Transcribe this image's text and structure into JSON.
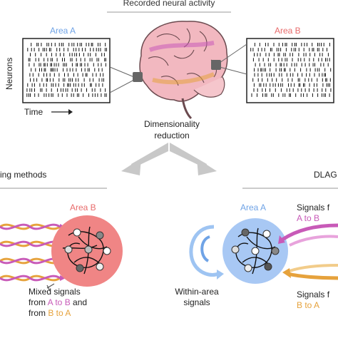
{
  "header": {
    "title": "Recorded neural activity"
  },
  "raster": {
    "area_a_label": "Area A",
    "area_b_label": "Area B",
    "y_label": "Neurons",
    "x_label": "Time"
  },
  "middle": {
    "method_label": "Dimensionality reduction"
  },
  "left_panel": {
    "title": "ing methods",
    "area_label": "Area B",
    "caption_line1": "Mixed signals",
    "caption_from1": "from ",
    "caption_dir1": "A to B",
    "caption_and": " and",
    "caption_from2": "from ",
    "caption_dir2": "B to A"
  },
  "right_panel": {
    "title": "DLAG",
    "area_label": "Area A",
    "signals_top_prefix": "Signals f",
    "signals_top_dir": "A to B",
    "within_line1": "Within-area",
    "within_line2": "signals",
    "signals_bottom_prefix": "Signals f",
    "signals_bottom_dir": "B to A"
  },
  "colors": {
    "area_a": "#6fa3e6",
    "area_b": "#e86b6b",
    "a_to_b": "#c85ab8",
    "b_to_a": "#e6a23c",
    "arrow_gray": "#c8c8c8"
  }
}
